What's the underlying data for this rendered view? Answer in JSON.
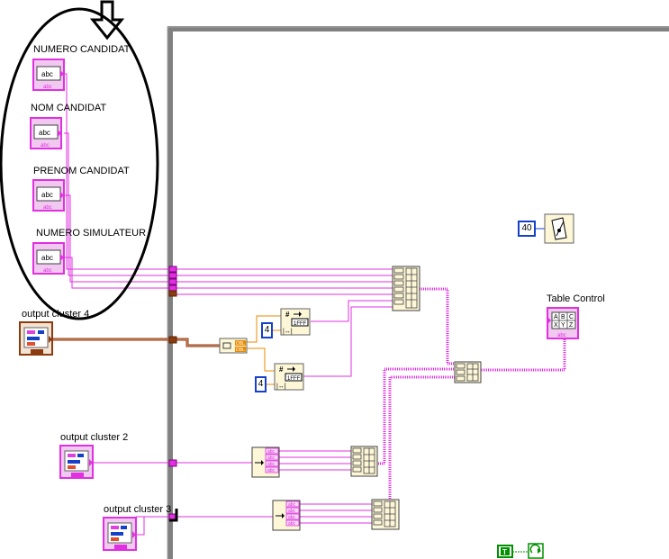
{
  "controls": {
    "numero_candidat": "NUMERO CANDIDAT",
    "nom_candidat": "NOM CANDIDAT",
    "prenom_candidat": "PRENOM CANDIDAT",
    "numero_simulateur": "NUMERO SIMULATEUR",
    "output_cluster_4": "output cluster 4",
    "output_cluster_2": "output cluster 2",
    "output_cluster_3": "output cluster 3",
    "table_control": "Table Control"
  },
  "terminal_text": {
    "string": "abc",
    "string_small": "abc",
    "table_cells": [
      "A",
      "B",
      "C",
      "X",
      "Y",
      "Z"
    ],
    "format_code": "1FFF",
    "dbl": "DBL",
    "hash": "#",
    "true_const": "T"
  },
  "constants": {
    "wait_ms": "40",
    "width_1": "4",
    "width_2": "4"
  },
  "colors": {
    "string_wire": "#e030e0",
    "cluster_wire": "#8b3b10",
    "numeric_wire": "#e88a00",
    "frame": "#7f7f7f",
    "numeric_const": "#1540c8",
    "bool_const": "#009000",
    "annotation": "#000000"
  }
}
